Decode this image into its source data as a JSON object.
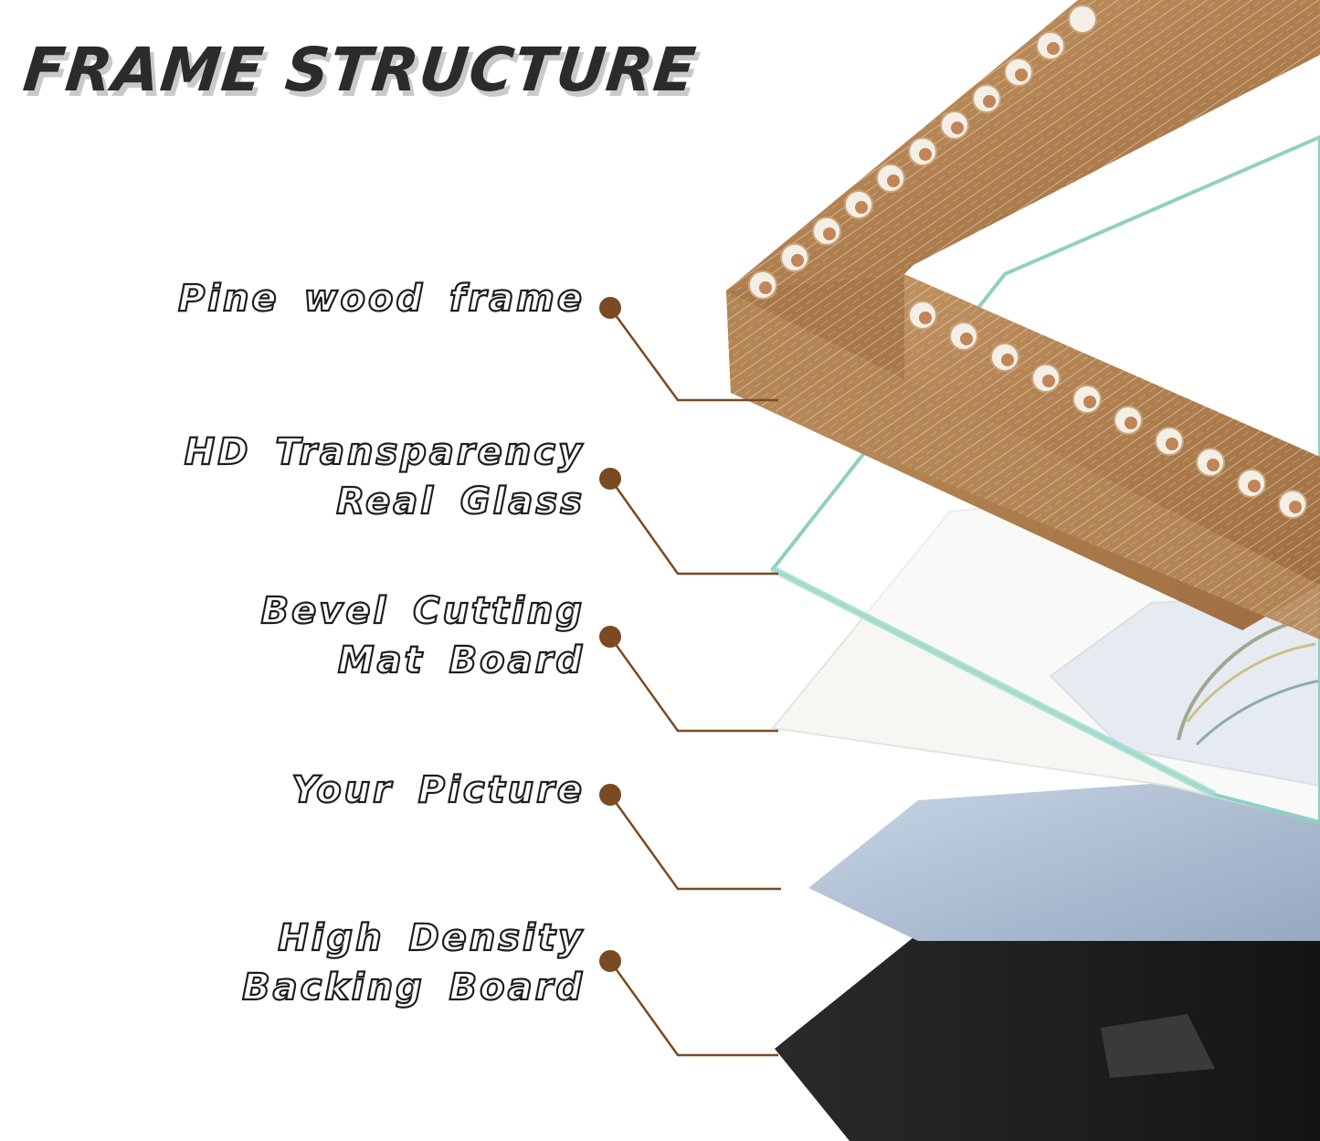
{
  "title": "FRAME STRUCTURE",
  "layers": [
    {
      "lines": [
        "Pine wood frame"
      ]
    },
    {
      "lines": [
        "HD Transparency",
        "Real Glass"
      ]
    },
    {
      "lines": [
        "Bevel Cutting",
        "Mat Board"
      ]
    },
    {
      "lines": [
        "Your Picture"
      ]
    },
    {
      "lines": [
        "High Density",
        "Backing Board"
      ]
    }
  ],
  "colors": {
    "leader": "#7a4a22",
    "dot": "#7a4a22",
    "wood": "#b58655",
    "glass_edge": "#8fd0c0",
    "mat": "#f7f7f5",
    "picture": "#b9c7d8",
    "backing": "#1c1c1e"
  }
}
